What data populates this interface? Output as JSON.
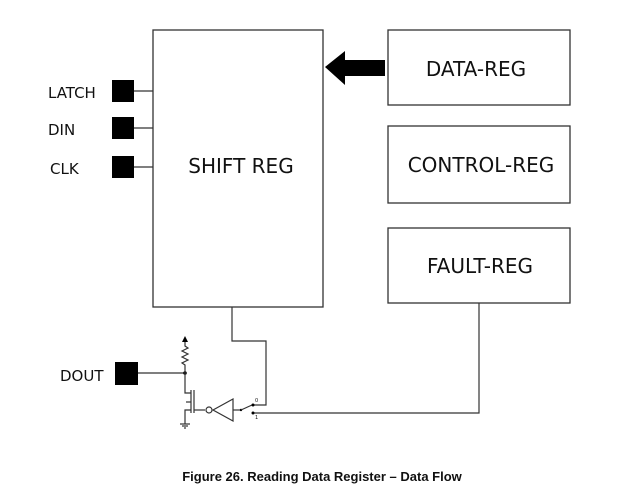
{
  "blocks": {
    "shift_reg": "SHIFT REG",
    "data_reg": "DATA-REG",
    "control_reg": "CONTROL-REG",
    "fault_reg": "FAULT-REG"
  },
  "pins": {
    "latch": "LATCH",
    "din": "DIN",
    "clk": "CLK",
    "dout": "DOUT"
  },
  "mux": {
    "input0": "0",
    "input1": "1"
  },
  "caption": "Figure 26.  Reading Data Register – Data Flow"
}
